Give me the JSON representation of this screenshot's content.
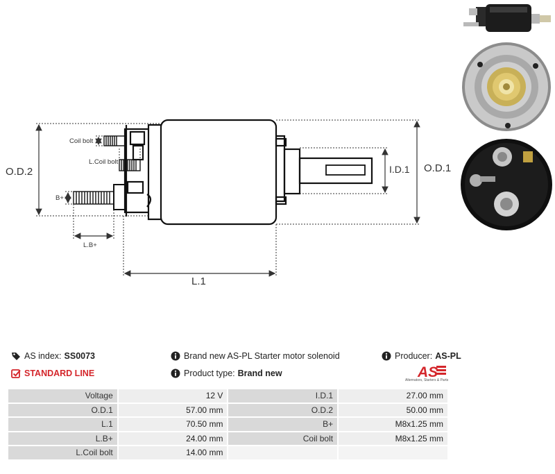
{
  "drawing": {
    "labels": {
      "od2": "O.D.2",
      "od1": "O.D.1",
      "id1": "I.D.1",
      "l1": "L.1",
      "coil_bolt": "Coil bolt",
      "l_coil_bolt": "L.Coil bolt",
      "b_plus": "B+",
      "l_b_plus": "L.B+"
    }
  },
  "info": {
    "as_index_label": "AS index:",
    "as_index_value": "SS0073",
    "line": "STANDARD LINE",
    "description": "Brand new AS-PL Starter motor solenoid",
    "product_type_label": "Product type:",
    "product_type_value": "Brand new",
    "producer_label": "Producer:",
    "producer_value": "AS-PL"
  },
  "logo": {
    "text": "AS",
    "tagline": "Alternators, Starters & Parts"
  },
  "colors": {
    "accent": "#d4262b"
  },
  "specs": [
    {
      "label": "Voltage",
      "value": "12 V",
      "label2": "I.D.1",
      "value2": "27.00 mm"
    },
    {
      "label": "O.D.1",
      "value": "57.00 mm",
      "label2": "O.D.2",
      "value2": "50.00 mm"
    },
    {
      "label": "L.1",
      "value": "70.50 mm",
      "label2": "B+",
      "value2": "M8x1.25 mm"
    },
    {
      "label": "L.B+",
      "value": "24.00 mm",
      "label2": "Coil bolt",
      "value2": "M8x1.25 mm"
    },
    {
      "label": "L.Coil bolt",
      "value": "14.00 mm",
      "label2": "",
      "value2": ""
    }
  ]
}
